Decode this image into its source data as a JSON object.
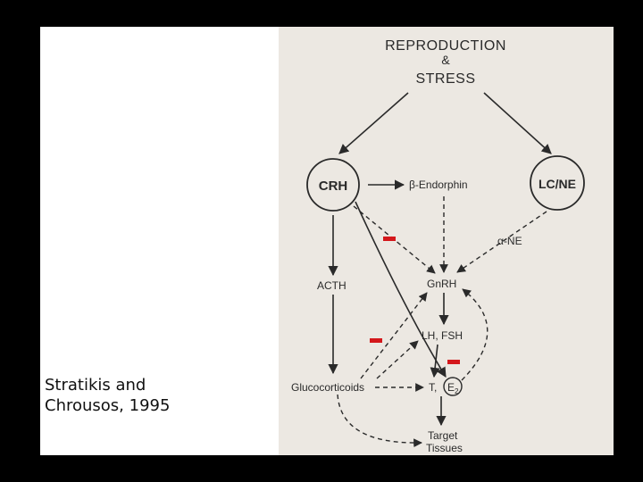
{
  "citation": {
    "line1": "Stratikis and",
    "line2": "Chrousos, 1995"
  },
  "diagram": {
    "title_line1": "REPRODUCTION",
    "title_line2": "&",
    "title_line3": "STRESS",
    "nodes": {
      "crh": "CRH",
      "lcne": "LC/NE",
      "beta_endorphin": "β-Endorphin",
      "alpha_ne": "α-NE",
      "acth": "ACTH",
      "gnrh": "GnRH",
      "lh_fsh": "LH, FSH",
      "glucocorticoids": "Glucocorticoids",
      "t": "T,",
      "e2": "E",
      "e2_sub": "2",
      "target_line1": "Target",
      "target_line2": "Tissues"
    }
  },
  "annotations": {
    "inhibition_color": "#d4171b",
    "symbol": "-"
  }
}
